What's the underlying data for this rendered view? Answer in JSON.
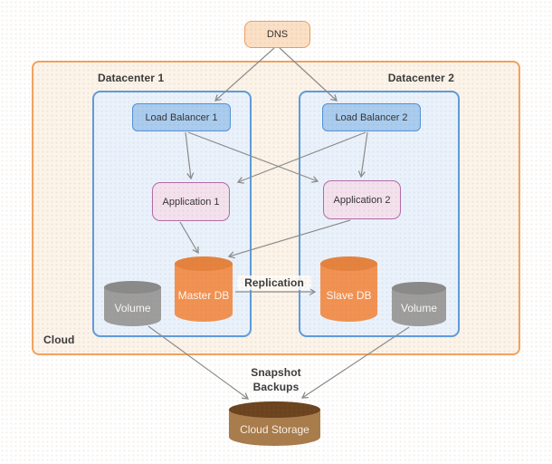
{
  "diagram": {
    "dns": {
      "label": "DNS"
    },
    "cloud": {
      "label": "Cloud"
    },
    "datacenter1": {
      "label": "Datacenter 1",
      "load_balancer": {
        "label": "Load Balancer 1"
      },
      "application": {
        "label": "Application 1"
      },
      "database": {
        "label": "Master DB"
      },
      "volume": {
        "label": "Volume"
      }
    },
    "datacenter2": {
      "label": "Datacenter 2",
      "load_balancer": {
        "label": "Load Balancer 2"
      },
      "application": {
        "label": "Application 2"
      },
      "database": {
        "label": "Slave DB"
      },
      "volume": {
        "label": "Volume"
      }
    },
    "cloud_storage": {
      "label": "Cloud Storage"
    },
    "edge_labels": {
      "replication": "Replication",
      "snapshot_backups": "Snapshot Backups"
    },
    "connections": [
      {
        "from": "DNS",
        "to": "Load Balancer 1"
      },
      {
        "from": "DNS",
        "to": "Load Balancer 2"
      },
      {
        "from": "Load Balancer 1",
        "to": "Application 1"
      },
      {
        "from": "Load Balancer 1",
        "to": "Application 2"
      },
      {
        "from": "Load Balancer 2",
        "to": "Application 1"
      },
      {
        "from": "Load Balancer 2",
        "to": "Application 2"
      },
      {
        "from": "Application 1",
        "to": "Master DB"
      },
      {
        "from": "Application 2",
        "to": "Master DB"
      },
      {
        "from": "Master DB",
        "to": "Slave DB",
        "label": "Replication"
      },
      {
        "from": "Volume (Datacenter 1)",
        "to": "Cloud Storage",
        "label": "Snapshot Backups"
      },
      {
        "from": "Volume (Datacenter 2)",
        "to": "Cloud Storage",
        "label": "Snapshot Backups"
      }
    ],
    "colors": {
      "cloud_border": "#F2A35E",
      "cloud_fill": "#FCF3E9",
      "datacenter_border": "#5C9CDC",
      "datacenter_fill": "#E9F2FC",
      "dns_fill": "#FCE0C6",
      "dns_border": "#EC9E61",
      "load_balancer_fill": "#A9CCEF",
      "load_balancer_border": "#5291D6",
      "application_fill": "#F4E1EE",
      "application_border": "#B36BA9",
      "db_cylinder_fill": "#F19252",
      "db_cylinder_top": "#E5823E",
      "volume_cylinder_fill": "#9D9D9D",
      "volume_cylinder_top": "#8A8A8A",
      "storage_cylinder_fill": "#A87C4B",
      "storage_cylinder_top": "#6B431F",
      "arrow": "#8C8C8C"
    }
  }
}
